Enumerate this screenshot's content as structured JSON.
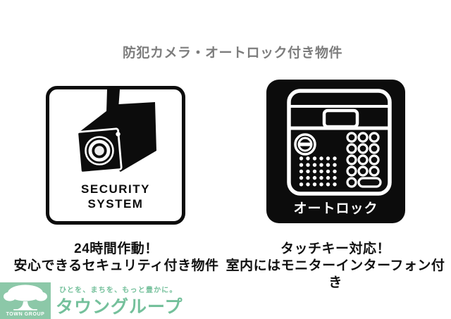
{
  "title": "防犯カメラ・オートロック付き物件",
  "security_card": {
    "label_line1": "SECURITY",
    "label_line2": "SYSTEM",
    "caption_line1": "24時間作動！",
    "caption_line2": "安心できるセキュリティ付き物件"
  },
  "autolock_card": {
    "label": "オートロック",
    "caption_line1": "タッチキー対応！",
    "caption_line2": "室内にはモニターインターフォン付き"
  },
  "footer": {
    "tagline": "ひとを、まちを、もっと豊かに。",
    "brand": "タウングループ",
    "logo_text": "TOWN GROUP"
  },
  "icons": {
    "security_card": "security-camera-icon",
    "autolock_card": "autolock-keypad-icon",
    "footer_logo": "tree-icon"
  },
  "colors": {
    "title_gray": "#7d7d7d",
    "icon_black": "#0c0c0c",
    "caption_black": "#111111",
    "logo_green_bg": "#8cc8a8",
    "logo_green_text": "#74c09b",
    "background": "#ffffff"
  }
}
